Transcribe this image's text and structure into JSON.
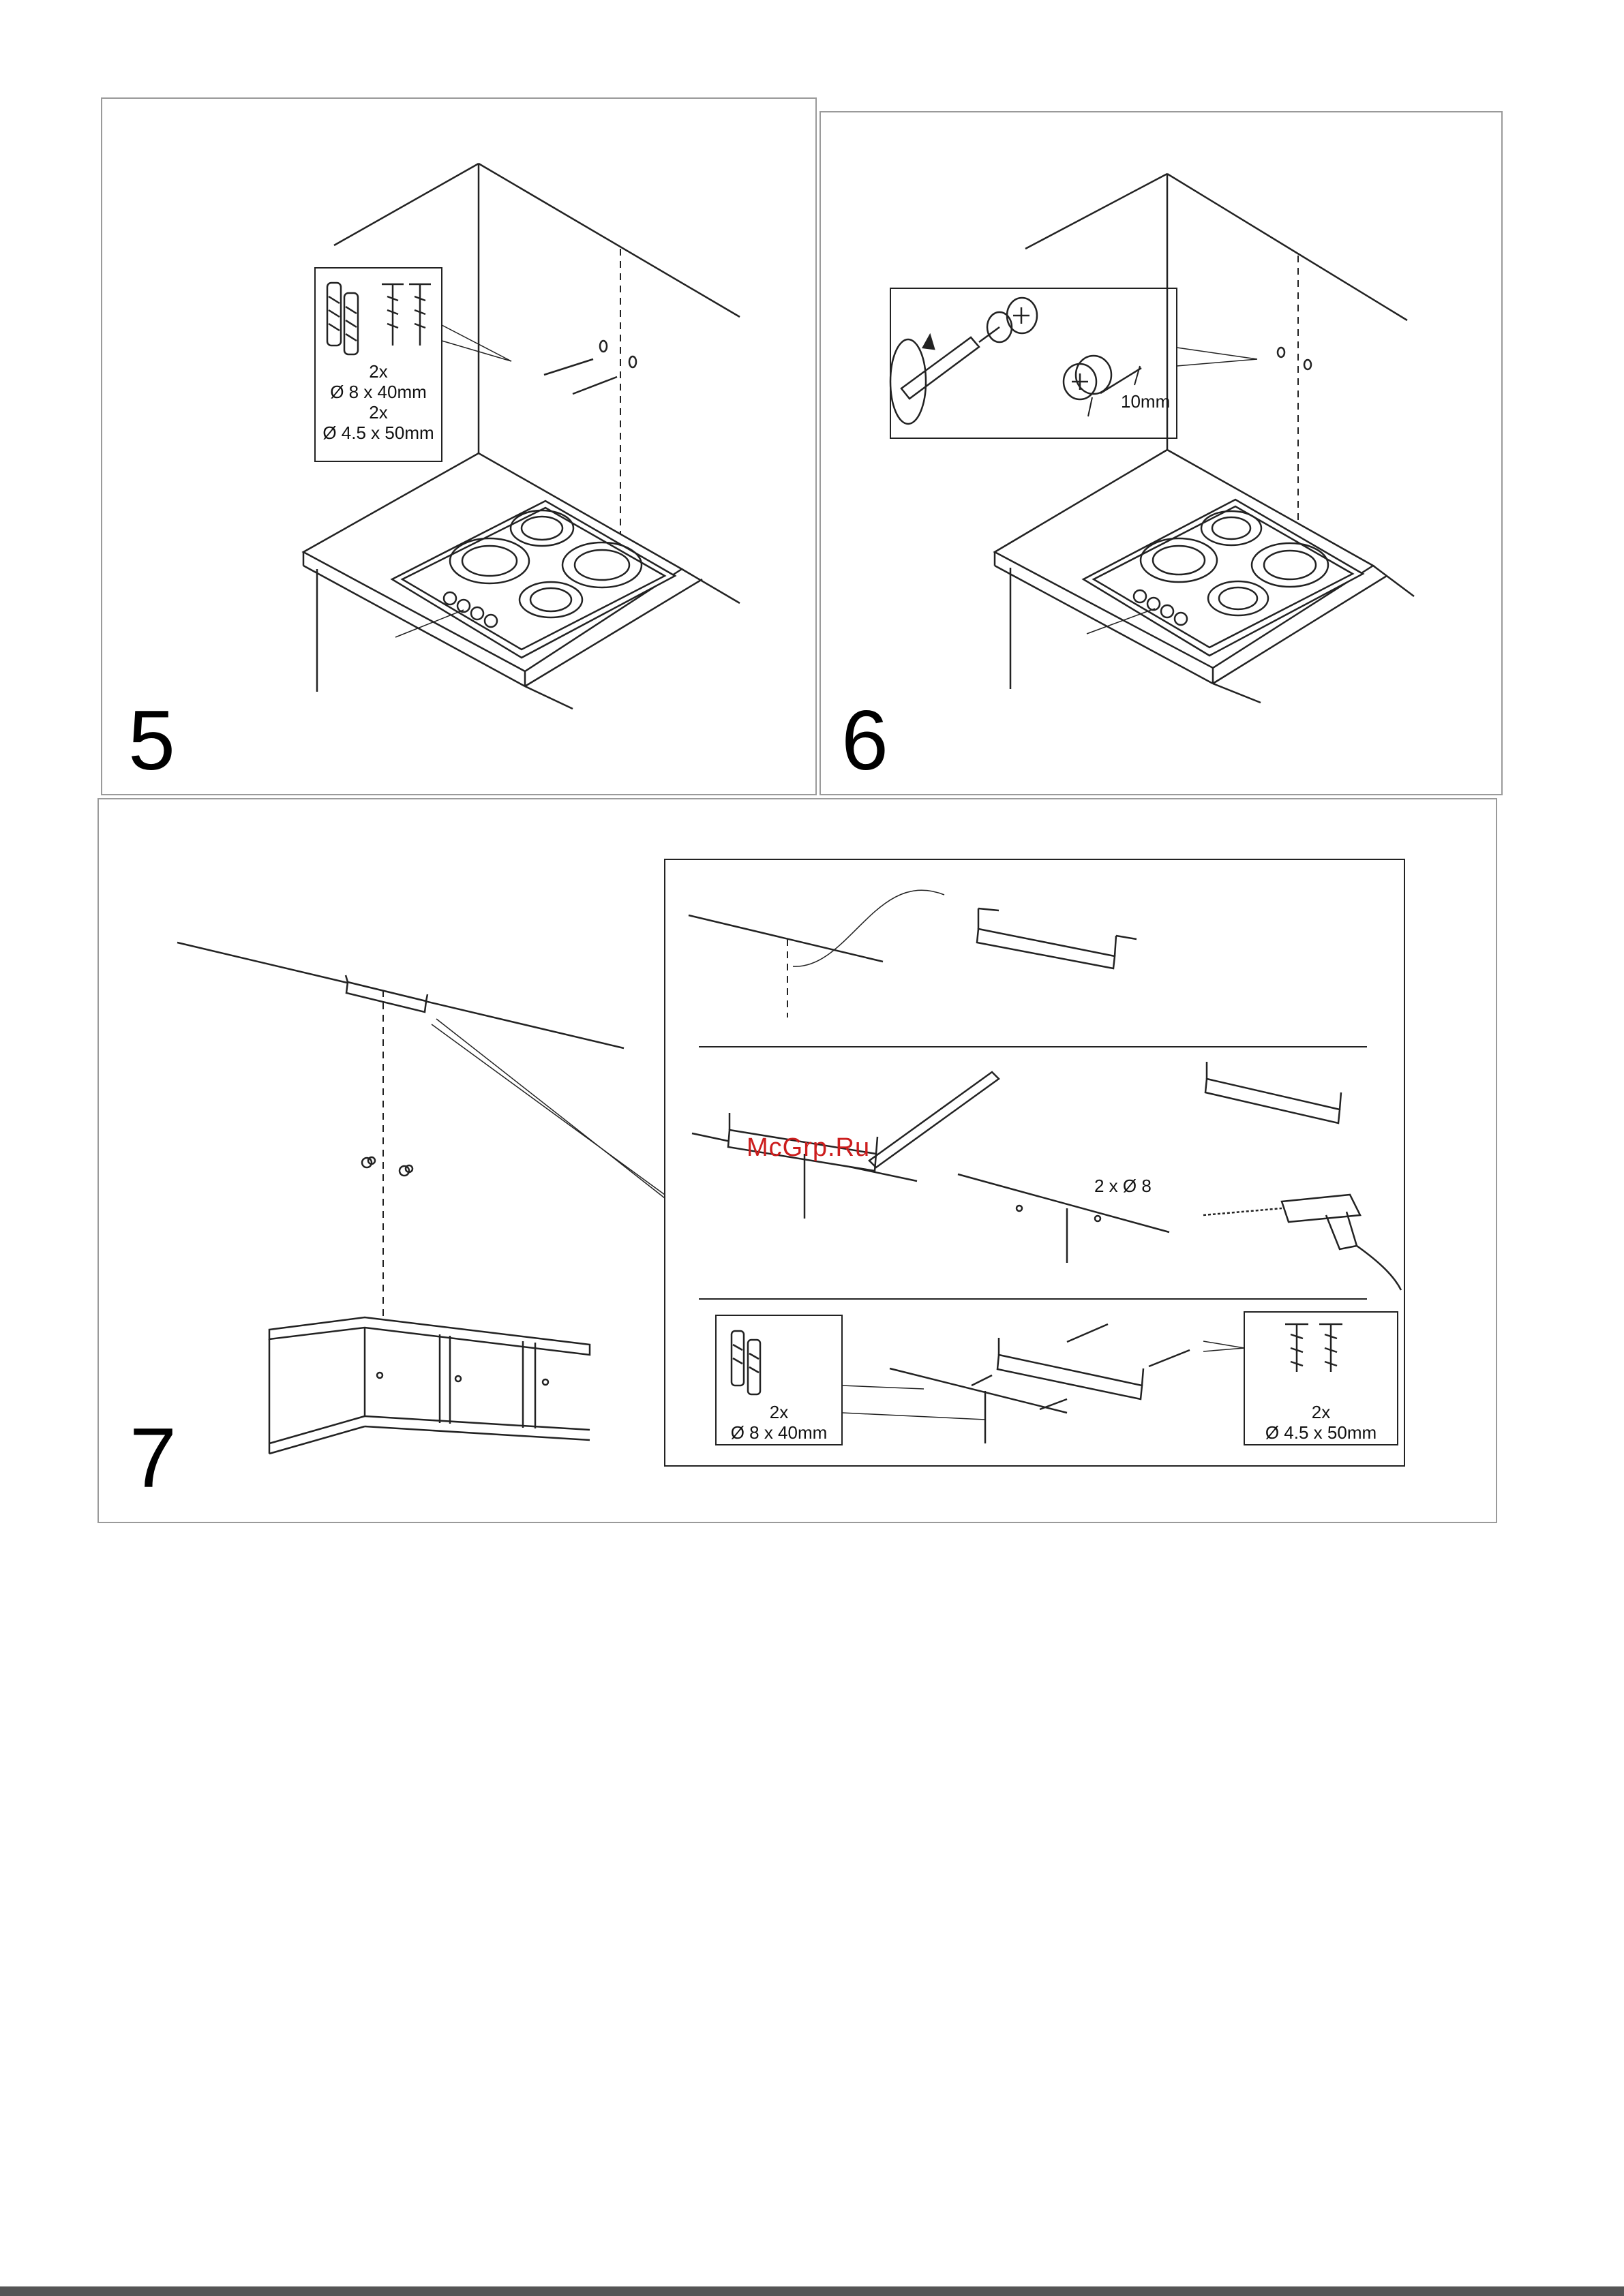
{
  "watermark": "McGrp.Ru",
  "steps": [
    {
      "number": "5",
      "hardware": {
        "qty_a": "2x",
        "size_a": "Ø 8 x 40mm",
        "qty_b": "2x",
        "size_b": "Ø 4.5 x 50mm"
      }
    },
    {
      "number": "6",
      "hardware": {
        "depth": "10mm"
      }
    },
    {
      "number": "7",
      "drill": "2 x Ø 8",
      "plugs": {
        "qty": "2x",
        "size": "Ø 8 x 40mm"
      },
      "screws": {
        "qty": "2x",
        "size": "Ø 4.5 x 50mm"
      }
    }
  ]
}
